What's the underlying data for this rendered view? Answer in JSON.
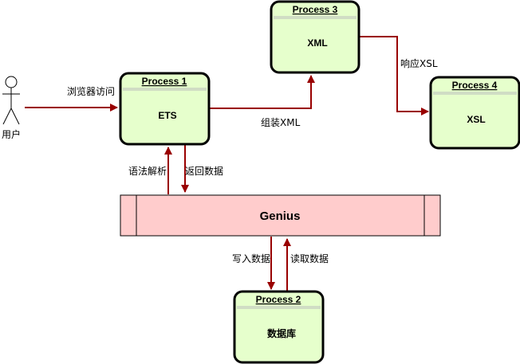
{
  "colors": {
    "process_fill": "#e6ffcc",
    "genius_fill": "#ffcccc",
    "edge": "#990000",
    "stroke": "#000000"
  },
  "actor": {
    "label": "用户",
    "icon": "user-stick-figure-icon"
  },
  "processes": {
    "p1": {
      "title": "Process 1",
      "body": "ETS"
    },
    "p2": {
      "title": "Process 2",
      "body": "数据库"
    },
    "p3": {
      "title": "Process 3",
      "body": "XML"
    },
    "p4": {
      "title": "Process 4",
      "body": "XSL"
    }
  },
  "genius": {
    "label": "Genius"
  },
  "edges": {
    "browser_access": "浏览器访问",
    "assemble_xml": "组装XML",
    "respond_xsl": "响应XSL",
    "parse_syntax": "语法解析",
    "return_data": "返回数据",
    "write_data": "写入数据",
    "read_data": "读取数据"
  }
}
